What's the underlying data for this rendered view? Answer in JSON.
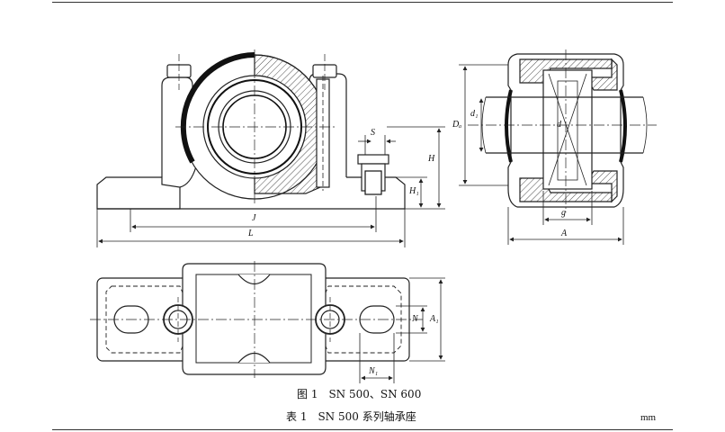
{
  "figure": {
    "caption": "图 1　SN 500、SN 600",
    "table_title": "表 1　SN 500 系列轴承座",
    "units": "mm"
  },
  "labels": {
    "J": "J",
    "L": "L",
    "S": "S",
    "H": "H",
    "H1": "H₁",
    "Da": "Dₐ",
    "d1": "d₁",
    "d": "d",
    "g": "g",
    "A": "A",
    "N": "N",
    "A1": "A₁",
    "N1": "N₁"
  }
}
